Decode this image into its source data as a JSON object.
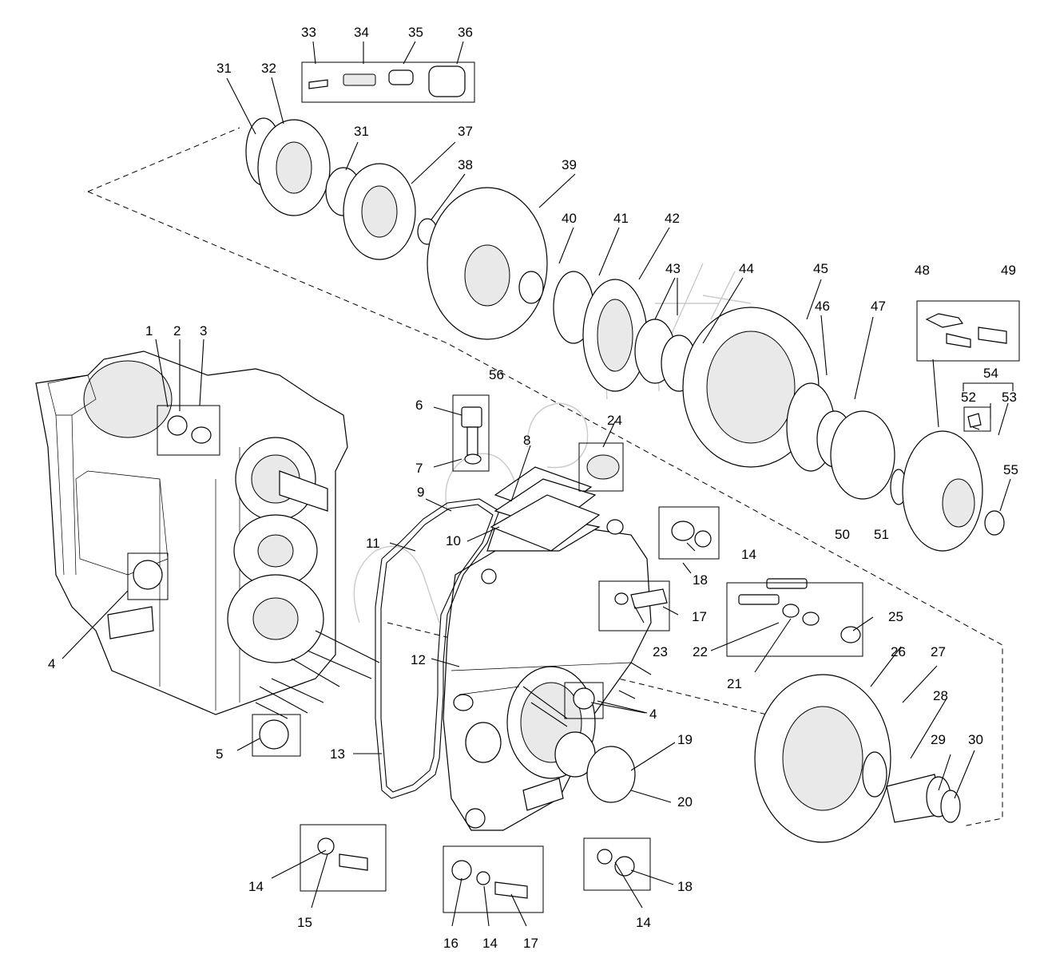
{
  "diagram": {
    "callouts": {
      "c1": "1",
      "c2": "2",
      "c3": "3",
      "c4a": "4",
      "c4b": "4",
      "c5": "5",
      "c6": "6",
      "c7": "7",
      "c8": "8",
      "c9": "9",
      "c10": "10",
      "c11": "11",
      "c12": "12",
      "c13": "13",
      "c14a": "14",
      "c14b": "14",
      "c14c": "14",
      "c14d": "14",
      "c15": "15",
      "c16": "16",
      "c17a": "17",
      "c17b": "17",
      "c18a": "18",
      "c18b": "18",
      "c19": "19",
      "c20": "20",
      "c21": "21",
      "c22": "22",
      "c23": "23",
      "c24": "24",
      "c25": "25",
      "c26": "26",
      "c27": "27",
      "c28": "28",
      "c29": "29",
      "c30": "30",
      "c31a": "31",
      "c31b": "31",
      "c32": "32",
      "c33": "33",
      "c34": "34",
      "c35": "35",
      "c36": "36",
      "c37": "37",
      "c38": "38",
      "c39": "39",
      "c40": "40",
      "c41": "41",
      "c42": "42",
      "c43": "43",
      "c44": "44",
      "c45": "45",
      "c46": "46",
      "c47": "47",
      "c48": "48",
      "c49": "49",
      "c50": "50",
      "c51": "51",
      "c52": "52",
      "c53": "53",
      "c54": "54",
      "c55a": "55",
      "c56": "56"
    }
  }
}
